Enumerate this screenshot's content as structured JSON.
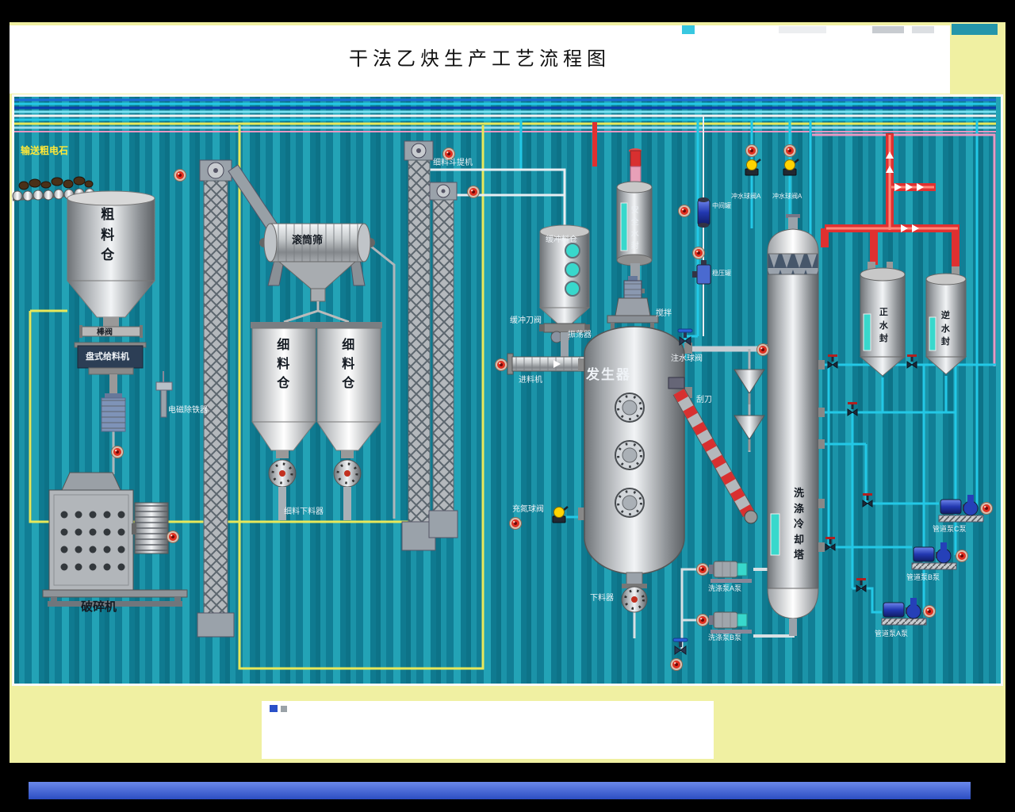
{
  "title": {
    "text": "干法乙炔生产工艺流程图"
  },
  "colors": {
    "canvas_teal": "#15889d",
    "frame_yellow": "#f0f0a2",
    "panel_white": "#ffffff",
    "pipe_red": "#e03030",
    "pipe_yellow": "#e8e85a",
    "pipe_cyan": "#23c8e6",
    "pipe_blue": "#0a3fae",
    "pipe_white": "#f2f2f2",
    "pipe_pink": "#e898c2",
    "indicator_red": "#e03020",
    "liquid_teal": "#38d8cc",
    "pump_blue": "#2238b0"
  },
  "equipment_labels": {
    "conveyor": "输送粗电石",
    "coarse_silo": "粗料仓",
    "rod_valve": "棒阀",
    "disc_feeder": "盘式给料机",
    "magnetic_separator": "电磁除铁器",
    "crusher": "破碎机",
    "drum_screen": "滚筒筛",
    "fine_silo_left": "细料仓",
    "fine_silo_right": "细料仓",
    "fine_discharger": "细料下料器",
    "bucket_elevator": "细料斗提机",
    "buffer_silo": "缓冲料仓",
    "buffer_knife_valve": "缓冲刀阀",
    "oscillator": "振荡器",
    "safety_water_seal": "安全水封",
    "agitator": "搅拌",
    "feed_machine": "进料机",
    "generator": "发生器",
    "water_injection_valve": "注水球阀",
    "scraper": "刮刀",
    "nitrogen_valve": "充氮球阀",
    "discharger": "下料器",
    "wash_pump_a": "洗涤泵A泵",
    "wash_pump_b": "洗涤泵B泵",
    "wash_tower": "洗涤冷却塔",
    "flush_valve_a": "冲水球阀A",
    "flush_valve_b": "冲水球阀A",
    "middle_tank": "中间罐",
    "surge_tank": "稳压罐",
    "positive_water_seal": "正水封",
    "reverse_water_seal": "逆水封",
    "pipeline_pump_c": "管道泵C泵",
    "pipeline_pump_b": "管道泵B泵",
    "pipeline_pump_a": "管道泵A泵"
  }
}
